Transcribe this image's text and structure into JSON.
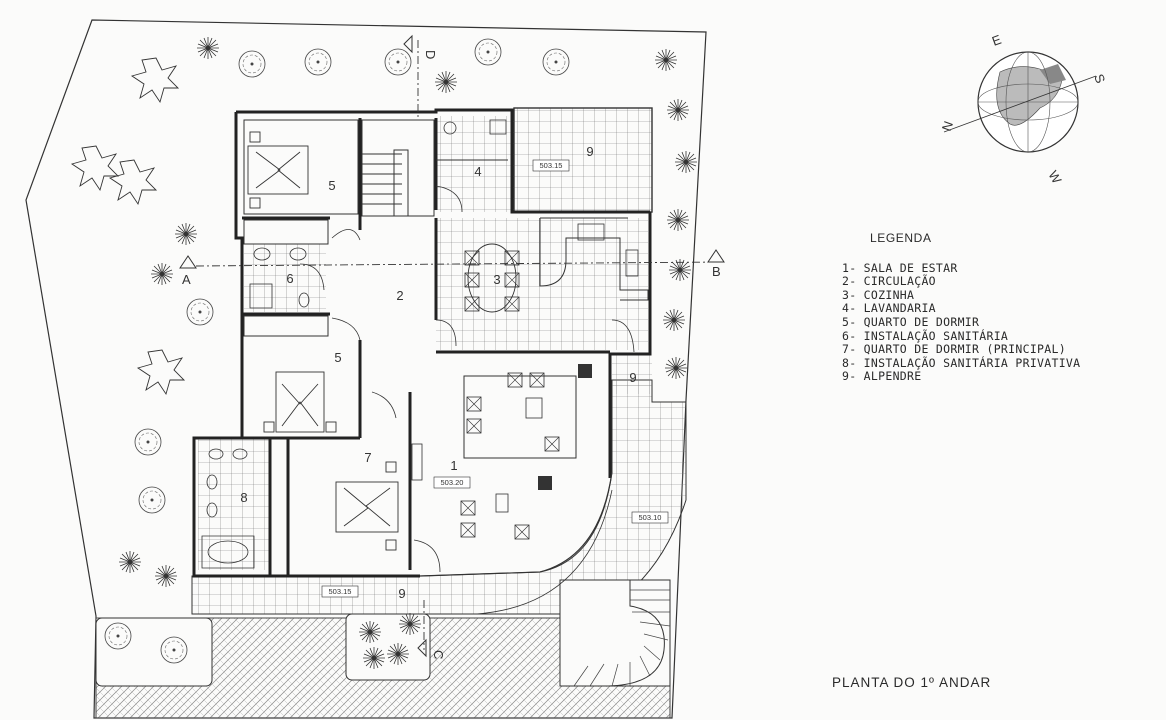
{
  "legend": {
    "title": "LEGENDA",
    "items": [
      "1- SALA DE ESTAR",
      "2- CIRCULAÇÃO",
      "3- COZINHA",
      "4- LAVANDARIA",
      "5- QUARTO DE DORMIR",
      "6- INSTALAÇÃO SANITÁRIA",
      "7- QUARTO DE DORMIR (PRINCIPAL)",
      "8- INSTALAÇÃO SANITÁRIA PRIVATIVA",
      "9- ALPENDRE"
    ]
  },
  "plan_title": "PLANTA DO 1º ANDAR",
  "compass": {
    "e": "E",
    "s": "S",
    "n": "N",
    "w": "W"
  },
  "rooms": {
    "r1": "1",
    "r2": "2",
    "r3": "3",
    "r4": "4",
    "r5a": "5",
    "r5b": "5",
    "r6": "6",
    "r7": "7",
    "r8": "8",
    "r9a": "9",
    "r9b": "9",
    "r9c": "9"
  },
  "elevations": {
    "e1": "503.15",
    "e2": "503.20",
    "e3": "503.10",
    "e4": "503.15"
  },
  "cuts": {
    "a": "A",
    "b": "B",
    "c": "C",
    "d": "D"
  }
}
